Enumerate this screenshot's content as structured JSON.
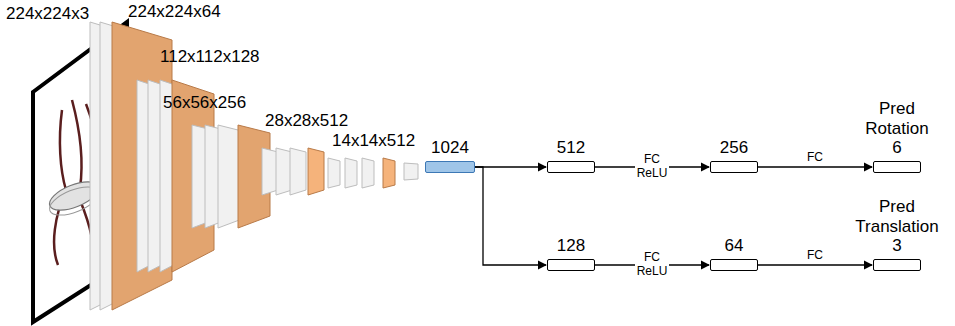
{
  "diagram": {
    "nodes": [
      {
        "text": [
          "1024"
        ]
      },
      {
        "text": [
          "512"
        ]
      },
      {
        "text": [
          "256"
        ]
      },
      {
        "text": [
          "Pred Rotation",
          "6"
        ]
      },
      {
        "text": [
          "128"
        ]
      },
      {
        "text": [
          "64"
        ]
      },
      {
        "text": [
          "Pred Translation",
          "3"
        ]
      }
    ],
    "edges": [
      {
        "from": 0,
        "to": 1,
        "arrow": "to"
      },
      {
        "from": 1,
        "to": 2,
        "label": "FC ReLU",
        "arrow": "to"
      },
      {
        "from": 2,
        "to": 3,
        "label": "FC",
        "arrow": "to"
      },
      {
        "from": 0,
        "to": 4,
        "arrow": "to"
      },
      {
        "from": 4,
        "to": 5,
        "label": "FC ReLU",
        "arrow": "to"
      },
      {
        "from": 5,
        "to": 6,
        "label": "FC",
        "arrow": "to"
      }
    ],
    "labels": [
      "224x224x3",
      "224x224x64",
      "112x112x128",
      "56x56x256",
      "28x28x512",
      "14x14x512"
    ]
  }
}
